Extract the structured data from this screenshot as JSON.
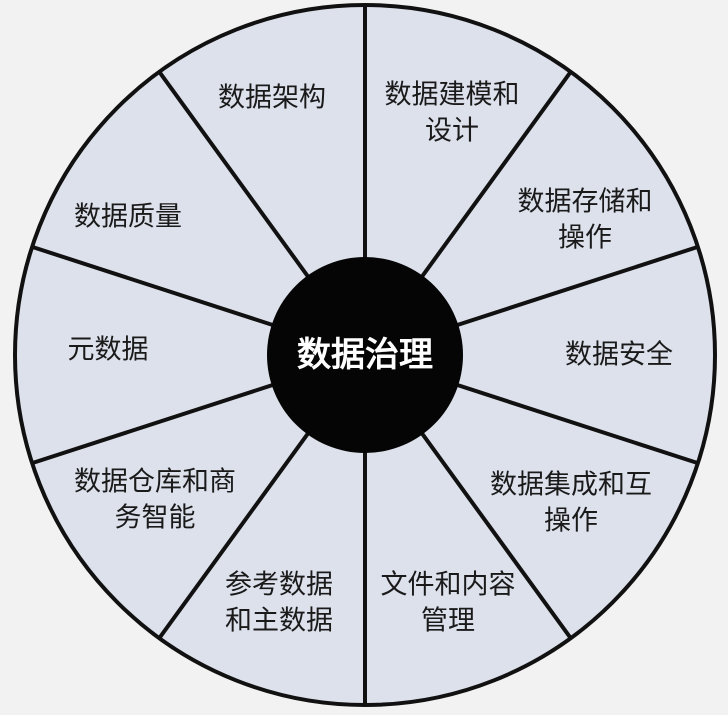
{
  "diagram": {
    "center": {
      "label": "数据治理"
    },
    "segments": [
      {
        "label": [
          "数据架构"
        ]
      },
      {
        "label": [
          "数据建模和",
          "设计"
        ]
      },
      {
        "label": [
          "数据存储和",
          "操作"
        ]
      },
      {
        "label": [
          "数据安全"
        ]
      },
      {
        "label": [
          "数据集成和互",
          "操作"
        ]
      },
      {
        "label": [
          "文件和内容",
          "管理"
        ]
      },
      {
        "label": [
          "参考数据",
          "和主数据"
        ]
      },
      {
        "label": [
          "数据仓库和商",
          "务智能"
        ]
      },
      {
        "label": [
          "元数据"
        ]
      },
      {
        "label": [
          "数据质量"
        ]
      }
    ],
    "colors": {
      "wheel_fill": "#dde1ec",
      "hub_fill": "#050505",
      "divider": "#111111",
      "background": "#f2f2f2"
    }
  }
}
